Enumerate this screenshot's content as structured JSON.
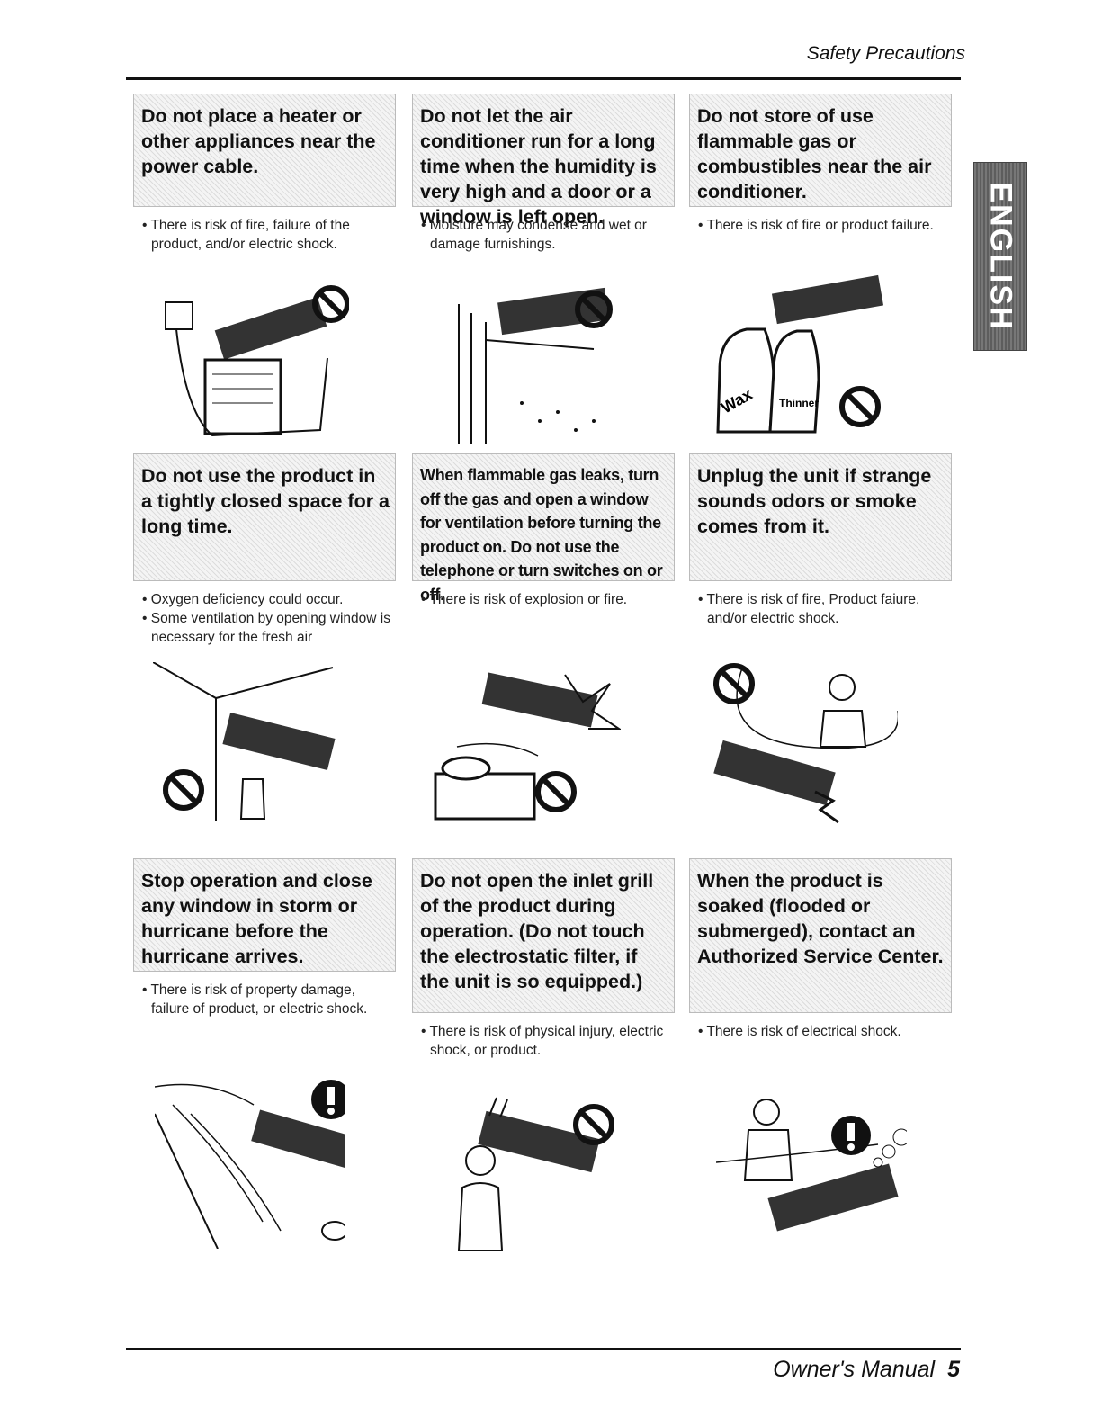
{
  "header": {
    "section_title": "Safety Precautions"
  },
  "side_tab": {
    "label": "ENGLISH"
  },
  "items": [
    {
      "warning": "Do not place a heater or other appliances near the power cable.",
      "notes": [
        "There is risk of fire, failure of the product, and/or electric shock."
      ]
    },
    {
      "warning": "Do not let the air conditioner run for a long time when the humidity is very high and a door or a window is left open.",
      "notes": [
        "Moisture may condense and wet or damage furnishings."
      ]
    },
    {
      "warning": "Do not store of use flammable gas or combustibles near the air conditioner.",
      "notes": [
        "There is risk of fire or product failure."
      ],
      "labels": [
        "Wax",
        "Thinner"
      ]
    },
    {
      "warning": "Do not use the product in a tightly closed space for a long time.",
      "notes": [
        "Oxygen deficiency could occur.",
        "Some ventilation by opening window is necessary for the fresh air"
      ]
    },
    {
      "warning": "When flammable gas leaks, turn off the gas and open a window for ventilation before turning the product on. Do not use the telephone or turn switches on or off.",
      "notes": [
        "There is risk of explosion or fire."
      ]
    },
    {
      "warning": "Unplug the unit if strange sounds odors or smoke comes from it.",
      "notes": [
        "There is risk of fire, Product faiure, and/or electric shock."
      ]
    },
    {
      "warning": "Stop operation and close any window in storm or hurricane before the hurricane arrives.",
      "notes": [
        "There is risk of property damage, failure of product, or electric shock."
      ]
    },
    {
      "warning": "Do not open the inlet grill of the product during operation. (Do not touch the electrostatic filter, if the unit is so equipped.)",
      "notes": [
        "There is risk of physical injury, electric shock, or product."
      ]
    },
    {
      "warning": "When the product is soaked (flooded or submerged), contact an Authorized Service Center.",
      "notes": [
        "There is risk of electrical shock."
      ]
    }
  ],
  "footer": {
    "manual_title": "Owner's Manual",
    "page_number": "5"
  }
}
